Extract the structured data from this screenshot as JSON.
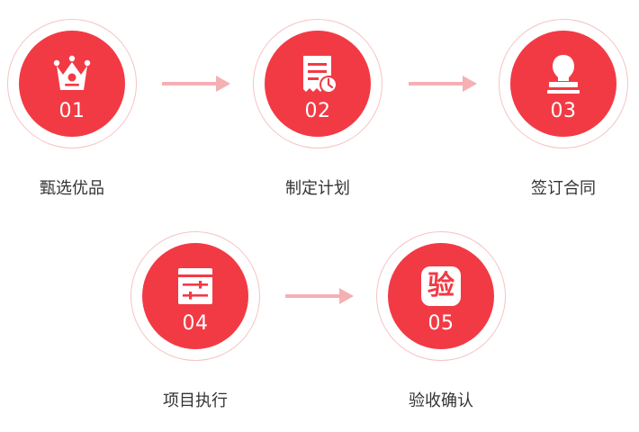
{
  "colors": {
    "accent": "#f23a45",
    "ring": "#f6c3c3",
    "arrow": "#f5b0b4",
    "label": "#333333"
  },
  "steps": [
    {
      "number": "01",
      "label": "甄选优品",
      "icon": "crown-icon"
    },
    {
      "number": "02",
      "label": "制定计划",
      "icon": "plan-clock-icon"
    },
    {
      "number": "03",
      "label": "签订合同",
      "icon": "seal-stamp-icon"
    },
    {
      "number": "04",
      "label": "项目执行",
      "icon": "settings-panel-icon"
    },
    {
      "number": "05",
      "label": "验收确认",
      "icon": "inspect-badge-icon",
      "badge_text": "验"
    }
  ]
}
